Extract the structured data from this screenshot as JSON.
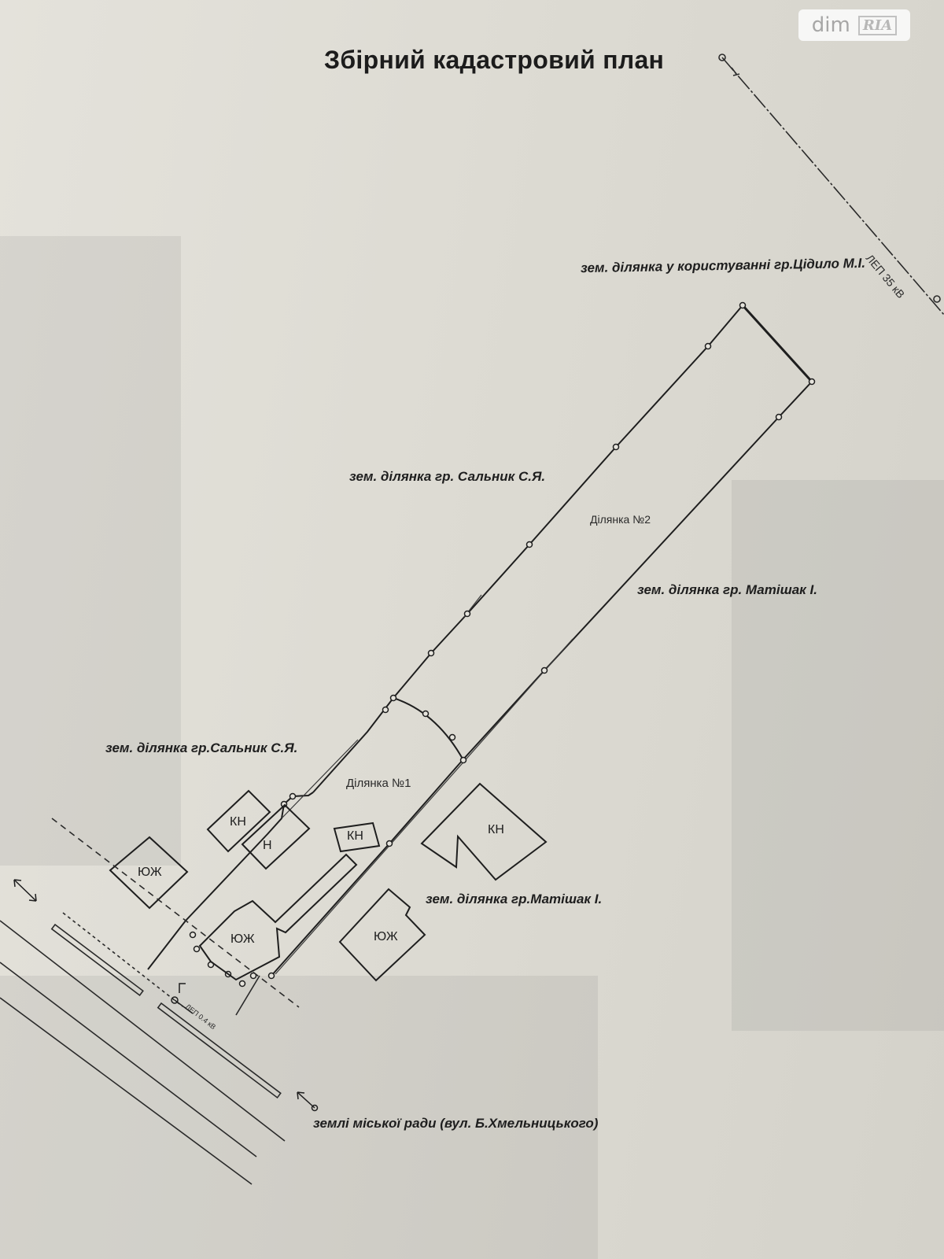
{
  "title": "Збірний кадастровий план",
  "watermark": {
    "brand": "dim",
    "sub": "RIA"
  },
  "labels": {
    "tsidylo": "зем. ділянка у користуванні гр.Цідило М.І.",
    "salnyk_top": "зем. ділянка гр. Сальник С.Я.",
    "salnyk_left": "зем. ділянка гр.Сальник С.Я.",
    "matishak_right": "зем. ділянка гр. Матішак І.",
    "matishak_bottom": "зем. ділянка гр.Матішак І.",
    "city": "землі міської ради (вул. Б.Хмельницького)",
    "plot1": "Ділянка №1",
    "plot2": "Ділянка №2",
    "lep_top": "ЛЕП 35 кВ",
    "lep_bottom": "ЛЕП 0.4 кВ"
  },
  "buildings": {
    "kn1": "КН",
    "n": "Н",
    "kn2": "КН",
    "kn3": "КН",
    "yuzh1": "ЮЖ",
    "yuzh2": "ЮЖ",
    "yuzh3": "ЮЖ"
  },
  "colors": {
    "ink": "#1e1e1e",
    "paper": "#e0ded7"
  }
}
